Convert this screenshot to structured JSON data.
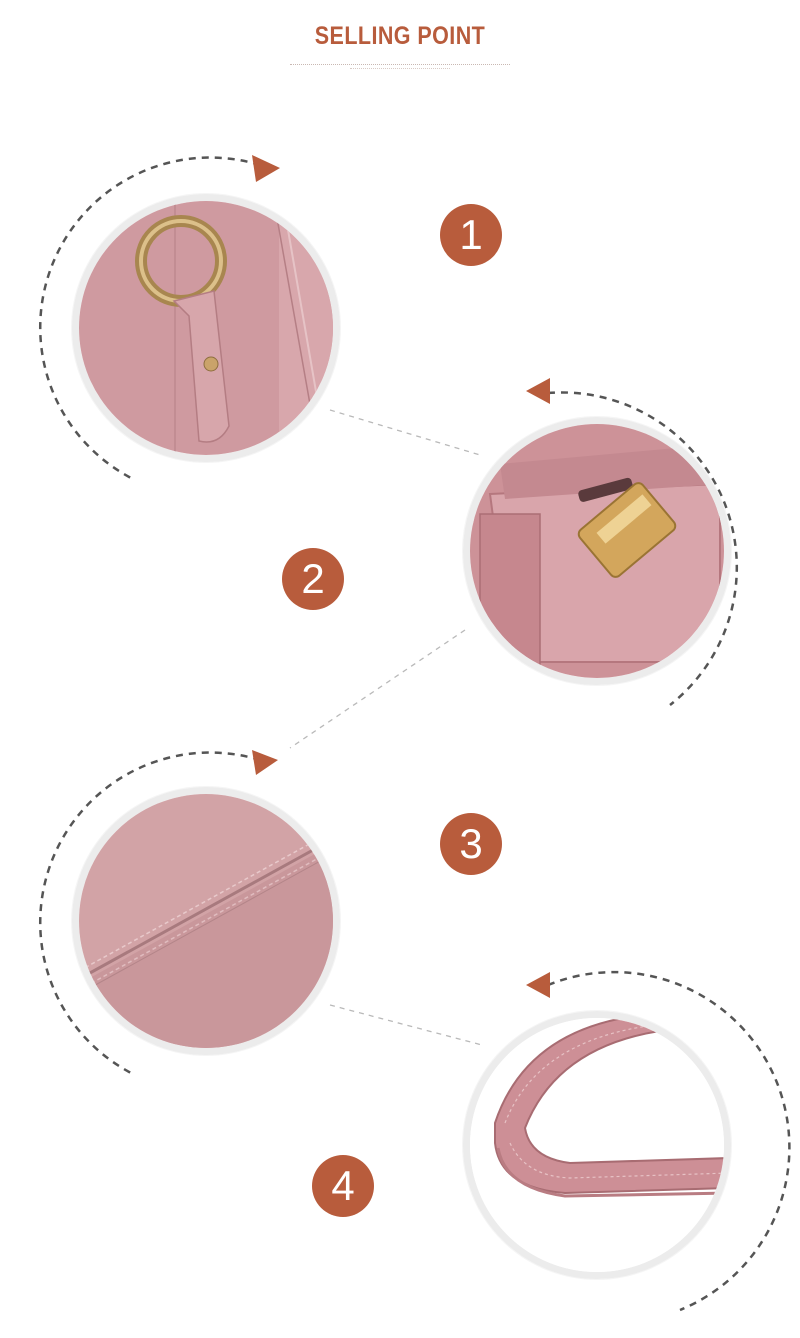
{
  "header": {
    "title": "SELLING POINT"
  },
  "colors": {
    "accent": "#b85c3c",
    "leather": "#cf9aa0",
    "ring": "#ececec",
    "dash": "#555555"
  },
  "points": [
    {
      "number": "1",
      "detail_icon": "metal-ring-buckle"
    },
    {
      "number": "2",
      "detail_icon": "gold-clasp-flap"
    },
    {
      "number": "3",
      "detail_icon": "stitched-leather-seam"
    },
    {
      "number": "4",
      "detail_icon": "leather-strap-handle"
    }
  ]
}
